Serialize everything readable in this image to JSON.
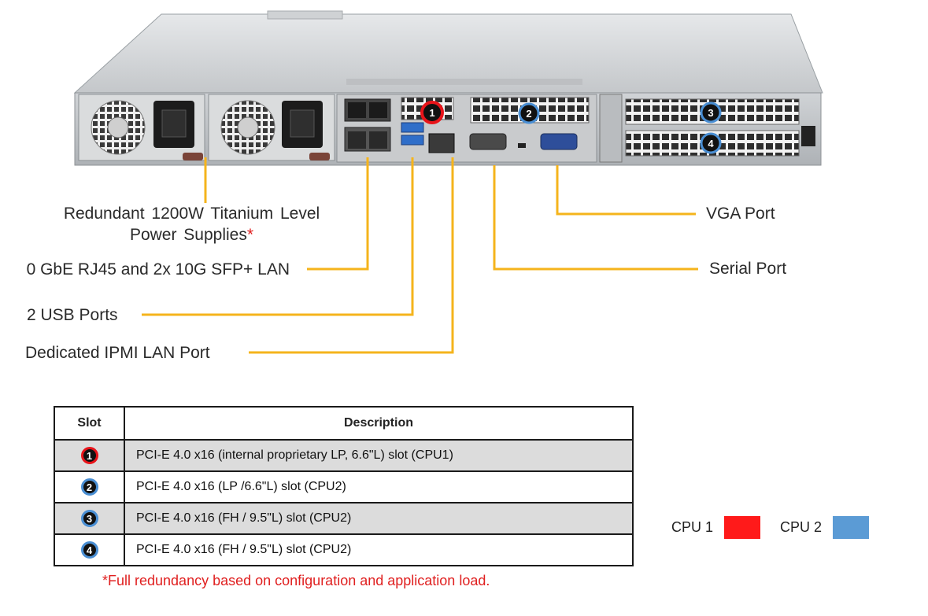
{
  "callouts": {
    "psu": {
      "text": "Redundant 1200W Titanium Level Power Supplies",
      "mark": "*"
    },
    "lan": "0 GbE RJ45 and 2x 10G SFP+ LAN",
    "usb": "2 USB Ports",
    "ipmi": "Dedicated IPMI LAN Port",
    "vga": "VGA Port",
    "serial": "Serial Port"
  },
  "table": {
    "headers": [
      "Slot",
      "Description"
    ],
    "rows": [
      {
        "slot": "1",
        "cpu": "cpu1",
        "desc": "PCI-E 4.0 x16 (internal proprietary LP, 6.6\"L) slot (CPU1)",
        "shaded": true
      },
      {
        "slot": "2",
        "cpu": "cpu2",
        "desc": "PCI-E 4.0 x16 (LP /6.6\"L) slot (CPU2)",
        "shaded": false
      },
      {
        "slot": "3",
        "cpu": "cpu2",
        "desc": "PCI-E 4.0 x16 (FH / 9.5\"L) slot (CPU2)",
        "shaded": true
      },
      {
        "slot": "4",
        "cpu": "cpu2",
        "desc": "PCI-E 4.0 x16 (FH / 9.5\"L) slot (CPU2)",
        "shaded": false
      }
    ]
  },
  "footnote": "*Full redundancy based on configuration and application load.",
  "legend": [
    {
      "label": "CPU 1",
      "color": "#ff1a1a"
    },
    {
      "label": "CPU 2",
      "color": "#5b9bd5"
    }
  ],
  "colors": {
    "callout_line": "#f5b41c",
    "cpu1": "#e8141a",
    "cpu2": "#4a8fd4"
  }
}
